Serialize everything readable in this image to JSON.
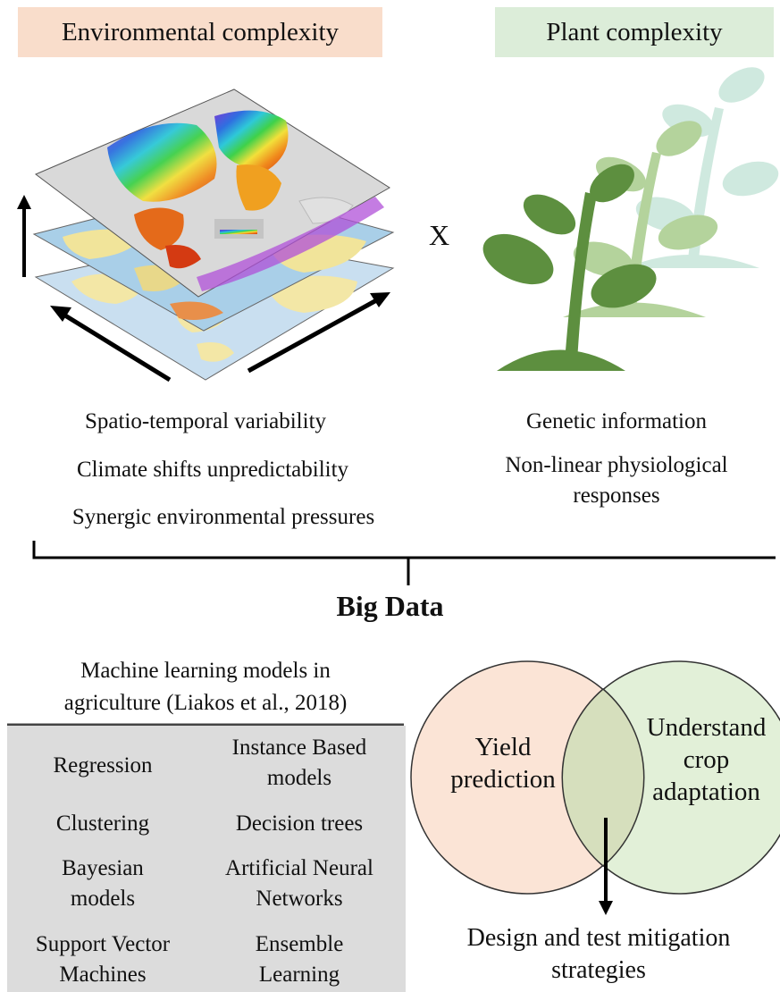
{
  "headers": {
    "environmental": "Environmental complexity",
    "plant": "Plant complexity"
  },
  "multiply_symbol": "X",
  "environmental_factors": [
    "Spatio-temporal variability",
    "Climate shifts unpredictability",
    "Synergic environmental pressures"
  ],
  "plant_factors": {
    "genetic": "Genetic information",
    "nonlinear_line1": "Non-linear physiological",
    "nonlinear_line2": "responses"
  },
  "big_data": "Big Data",
  "ml": {
    "title_line1": "Machine learning models in",
    "title_line2": "agriculture (Liakos et al., 2018)",
    "models": [
      [
        "Regression"
      ],
      [
        "Instance Based",
        "models"
      ],
      [
        "Clustering"
      ],
      [
        "Decision trees"
      ],
      [
        "Bayesian",
        "models"
      ],
      [
        "Artificial Neural",
        "Networks"
      ],
      [
        "Support Vector",
        "Machines"
      ],
      [
        "Ensemble",
        "Learning"
      ]
    ]
  },
  "venn": {
    "left_line1": "Yield",
    "left_line2": "prediction",
    "right_line1": "Understand",
    "right_line2": "crop",
    "right_line3": "adaptation",
    "left_color": "#fbe4d6",
    "right_color": "#e0efd6",
    "overlap_color": "#d6dfbd"
  },
  "outcome": {
    "line1": "Design and test mitigation",
    "line2": "strategies"
  },
  "colors": {
    "env_header": "#f9ddcb",
    "plant_header": "#dcedd9",
    "ml_box": "#dcdcdc",
    "plant_dark": "#5a8a3c",
    "plant_mid": "#a9c98f",
    "plant_light": "#c8e6d6"
  }
}
